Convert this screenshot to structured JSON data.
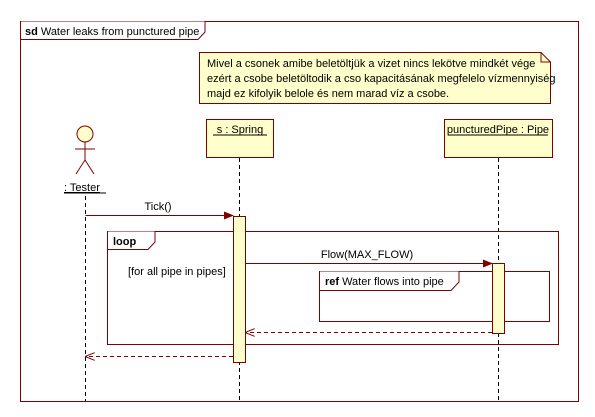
{
  "frame": {
    "keyword": "sd",
    "title": "Water leaks from punctured pipe"
  },
  "note": {
    "lines": [
      "Mivel a csonek amibe beletöltjük a vizet nincs lekötve mindkét vége",
      "ezért a csobe beletöltodik a cso kapacitásának megfelelo vízmennyiség",
      "majd ez kifolyik belole és nem marad víz a csobe."
    ]
  },
  "lifelines": {
    "actor": ": Tester",
    "spring": "s : Spring",
    "pipe": "puncturedPipe : Pipe"
  },
  "messages": {
    "tick": "Tick()",
    "flow": "Flow(MAX_FLOW)"
  },
  "loop": {
    "keyword": "loop",
    "guard": "[for all pipe in pipes]"
  },
  "ref": {
    "keyword": "ref",
    "label": "Water flows into pipe"
  },
  "colors": {
    "border": "#800000",
    "fill": "#ffffcc",
    "lifeline": "#000000"
  }
}
